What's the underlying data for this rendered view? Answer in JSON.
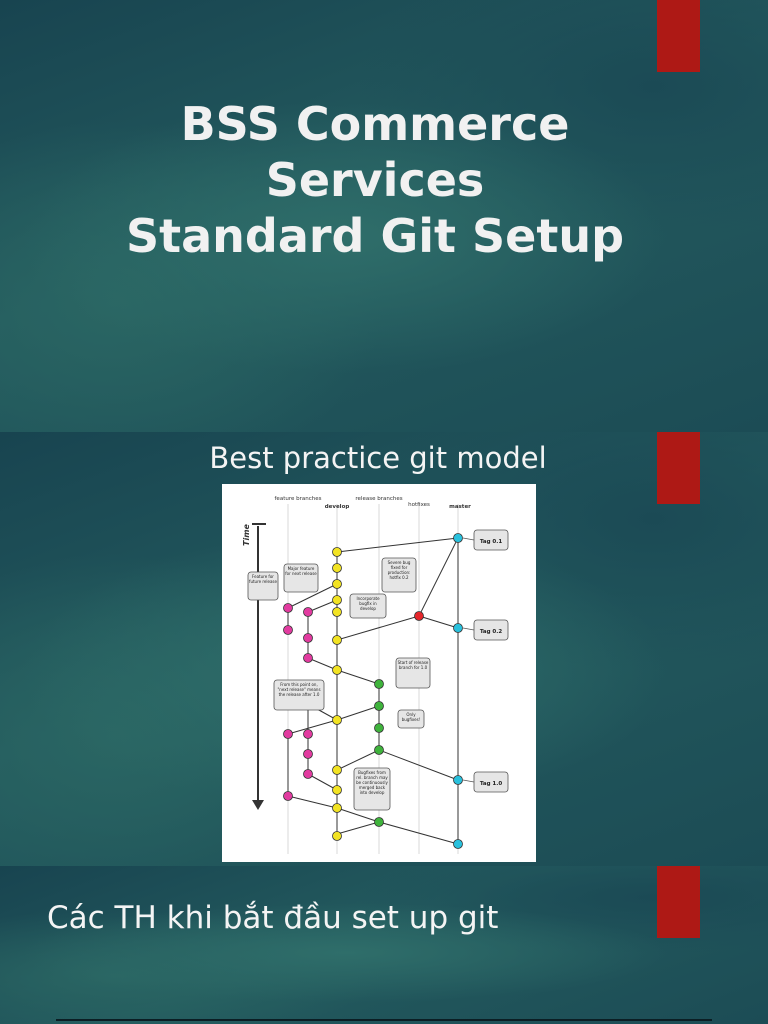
{
  "slides": [
    {
      "title_lines": [
        "BSS Commerce",
        "Services",
        "Standard Git Setup"
      ]
    },
    {
      "heading": "Best practice git model",
      "diagram": {
        "columns": [
          "feature branches",
          "develop",
          "release branches",
          "hotfixes",
          "master"
        ],
        "time_label": "Time",
        "tags": [
          "Tag 0.1",
          "Tag 0.2",
          "Tag 1.0"
        ],
        "notes": [
          "Feature for future release",
          "Major feature for next release",
          "Severe bug fixed for production: hotfix 0.2",
          "Incorporate bugfix in develop",
          "Start of release branch for 1.0",
          "From this point on, \"next release\" means the release after 1.0",
          "Only bugfixes!",
          "Bugfixes from rel. branch may be continuously merged back into develop"
        ]
      }
    },
    {
      "heading": "Các TH khi bắt đầu set up git"
    }
  ],
  "colors": {
    "accent": "#ae1915",
    "text": "#f1f1f1",
    "feature": "#e23ba0",
    "develop": "#f2e323",
    "release": "#3fb33c",
    "hotfix": "#e5262b",
    "master": "#29c1dd"
  }
}
